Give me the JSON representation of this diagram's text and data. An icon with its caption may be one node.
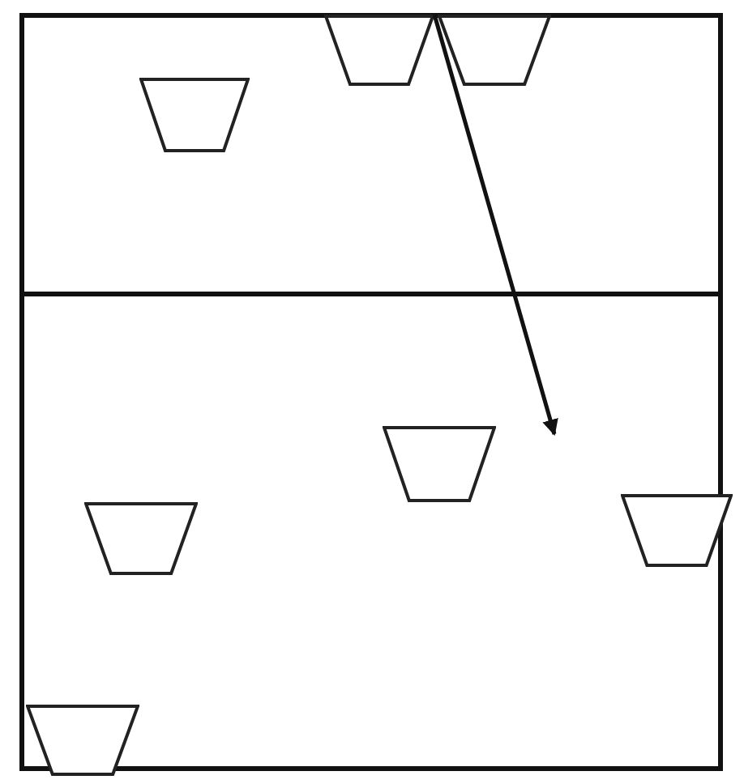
{
  "diagram": {
    "nodes": [
      {
        "text": [],
        "shape": "box"
      },
      {
        "text": [],
        "shape": "trapezoid",
        "in": 0
      },
      {
        "text": [],
        "shape": "trapezoid",
        "in": 0
      },
      {
        "text": [],
        "shape": "trapezoid",
        "in": 0
      },
      {
        "text": [],
        "shape": "box"
      },
      {
        "text": [],
        "shape": "trapezoid",
        "in": 4
      },
      {
        "text": [],
        "shape": "trapezoid"
      },
      {
        "text": [],
        "shape": "trapezoid",
        "in": 4
      },
      {
        "text": [],
        "shape": "trapezoid",
        "in": 4
      }
    ]
  }
}
